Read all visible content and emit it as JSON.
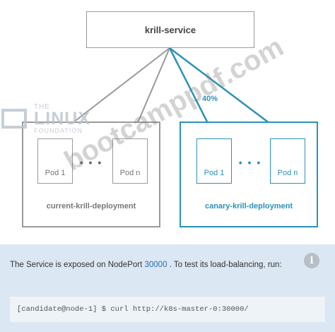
{
  "diagram": {
    "service_label": "krill-service",
    "split_label": "40%",
    "current": {
      "pod_first": "Pod 1",
      "ellipsis": "• • •",
      "pod_last": "Pod n",
      "label": "current-krill-deployment"
    },
    "canary": {
      "pod_first": "Pod 1",
      "ellipsis": "• • •",
      "pod_last": "Pod n",
      "label": "canary-krill-deployment"
    },
    "colors": {
      "grey": "#9a9a9a",
      "canary": "#2a93b8"
    }
  },
  "logo": {
    "the": "THE",
    "linux": "LINUX",
    "foundation": "FOUNDATION"
  },
  "watermark": "bootcamppdf.com",
  "info": {
    "text_before": "The Service is exposed on NodePort ",
    "port": "30000",
    "text_after": ". To test its load-balancing, run:",
    "icon": "info-icon",
    "prompt": "[candidate@node-1] $",
    "command": "curl http://k8s-master-0:30000/"
  }
}
